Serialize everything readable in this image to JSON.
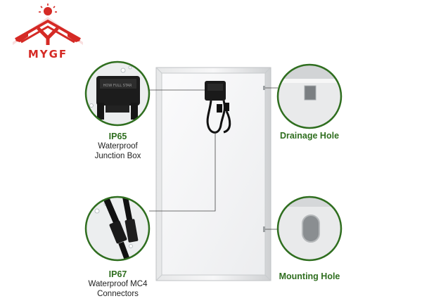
{
  "brand": {
    "name": "MYGF",
    "color": "#d52a25"
  },
  "callouts": {
    "junction_box": {
      "title": "IP65",
      "line1": "Waterproof",
      "line2": "Junction Box",
      "box_text": "HOW FULL STAR"
    },
    "connectors": {
      "title": "IP67",
      "line1": "Waterproof MC4",
      "line2": "Connectors"
    },
    "drainage": {
      "label": "Drainage Hole"
    },
    "mounting": {
      "label": "Mounting Hole"
    }
  },
  "colors": {
    "accent_green": "#2f6e1f",
    "frame": "#d9dbdc",
    "panel": "#f4f5f6"
  }
}
